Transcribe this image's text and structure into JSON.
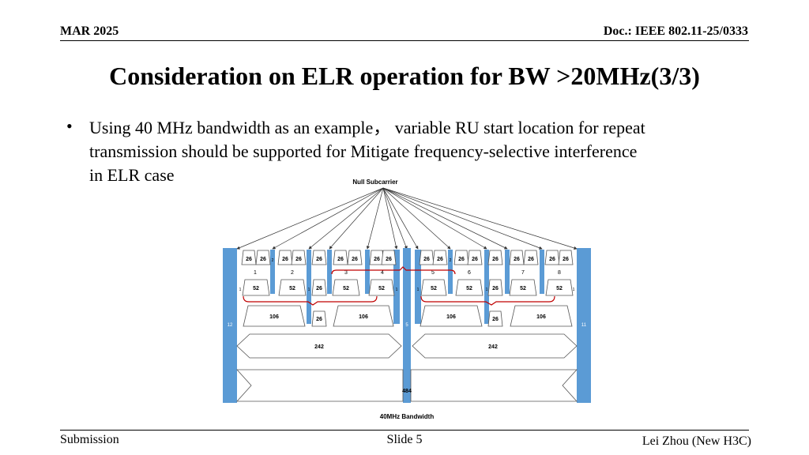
{
  "header": {
    "date": "MAR 2025",
    "doc": "Doc.: IEEE 802.11-25/0333"
  },
  "title": "Consideration on ELR operation for BW >20MHz(3/3)",
  "bullet": {
    "symbol": "•",
    "lines": [
      "Using 40 MHz bandwidth as an example， variable RU start location for repeat",
      "transmission should be supported for Mitigate frequency-selective interference",
      "in ELR case"
    ]
  },
  "diagram": {
    "null_label": "Null Subcarrier",
    "bw_label": "40MHz Bandwidth",
    "ru26": "26",
    "ru52": "52",
    "ru106": "106",
    "ru242": "242",
    "ru484": "484",
    "guard_left": "12",
    "guard_right": "11",
    "dc": "5",
    "one": "1",
    "two": "2",
    "ru_numbers": [
      "1",
      "2",
      "3",
      "4",
      "5",
      "6",
      "7",
      "8"
    ],
    "colors": {
      "blue": "#5b9bd5",
      "bracket": "#c00000"
    }
  },
  "footer": {
    "left": "Submission",
    "center": "Slide 5",
    "right": "Lei Zhou (New H3C)"
  }
}
